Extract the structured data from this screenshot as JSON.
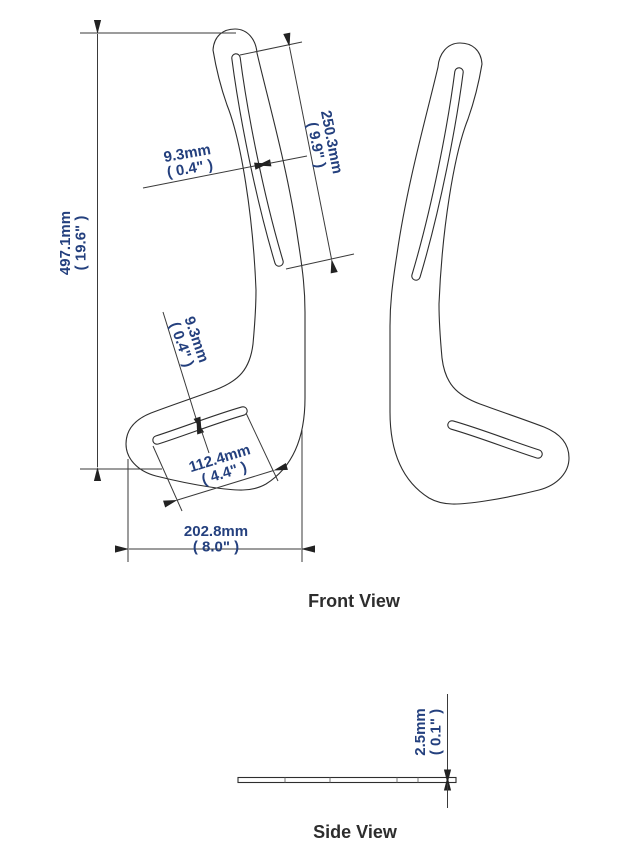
{
  "views": {
    "front_label": "Front View",
    "side_label": "Side View"
  },
  "dimensions": {
    "overall_height": {
      "metric": "497.1mm",
      "imperial": "( 19.6\" )"
    },
    "upper_slot_length": {
      "metric": "250.3mm",
      "imperial": "( 9.9\" )"
    },
    "upper_slot_width": {
      "metric": "9.3mm",
      "imperial": "( 0.4\" )"
    },
    "lower_slot_width": {
      "metric": "9.3mm",
      "imperial": "( 0.4\" )"
    },
    "lower_slot_length": {
      "metric": "112.4mm",
      "imperial": "( 4.4\" )"
    },
    "overall_width": {
      "metric": "202.8mm",
      "imperial": "( 8.0\" )"
    },
    "thickness": {
      "metric": "2.5mm",
      "imperial": "( 0.1\" )"
    }
  },
  "colors": {
    "dimension_text": "#24407e",
    "drawing_line": "#2e2e2e",
    "view_label": "#2d2d2d",
    "background": "#ffffff"
  }
}
